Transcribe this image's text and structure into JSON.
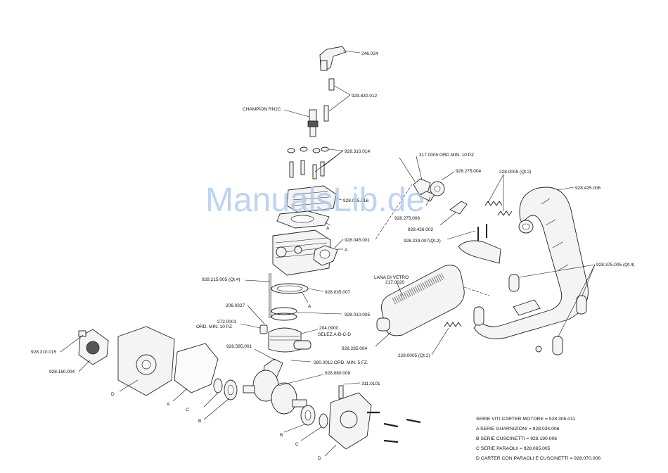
{
  "watermark": "ManualsLib.de",
  "labels": {
    "cap": "246.024",
    "plug_wire": "929.830.012",
    "spark_plug": "CHAMPION RN2C",
    "head_studs": "928.310.014",
    "head_hidden": "928.015.016",
    "cyl_gasket": "928.045.001",
    "a1": "A",
    "a2": "A",
    "a3": "A",
    "studs": "928.215.005 (Qt.4)",
    "base_gasket": "928.035.007",
    "rings": "928.010.005",
    "pin": "206.0327",
    "clip": "272.0001",
    "clip_note": "ORD. MIN. 10 PZ",
    "piston": "204.0900",
    "piston_sel": "SELEZ.A-B-C-D",
    "crank": "928.585.001",
    "bearing_small": "280.0012 ORD. MIN. 5 FZ.",
    "crank_set": "928.080.009",
    "carb_stud": "311.0101",
    "left_screw": "928.310.015",
    "rotor": "928.160.004",
    "d1": "D",
    "d2": "D",
    "a4": "A",
    "c1": "C",
    "b1": "B",
    "b2": "B",
    "c2": "C",
    "springs_a": "317.0005 ORD.MIN. 10 PZ",
    "flange": "928.275.004",
    "flange2": "928.275.006",
    "bracket": "928.426.002",
    "clamp": "928.233.007(Qt.2)",
    "spring_qt": "228.0005 (Qt.2)",
    "exhaust": "928.425.006",
    "exhaust_mount": "928.375.005 (Qt.4)",
    "wool": "LANA DI VETRO",
    "wool_code": "217.0020",
    "silencer": "928.285.004",
    "spring_b": "228.0005 (Qt.2)"
  },
  "legend": [
    "SERIE VITI CARTER MOTORE = 928.305.011",
    "A  SERIE GUARNIZIONI = 928.034.006",
    "B  SERIE CUSCINETTI = 928.190.006",
    "C  SERIE PARAOLII = 928.065.005",
    "D  CARTER CON PARAOLI E CUSCINETTI = 928.070.006"
  ]
}
